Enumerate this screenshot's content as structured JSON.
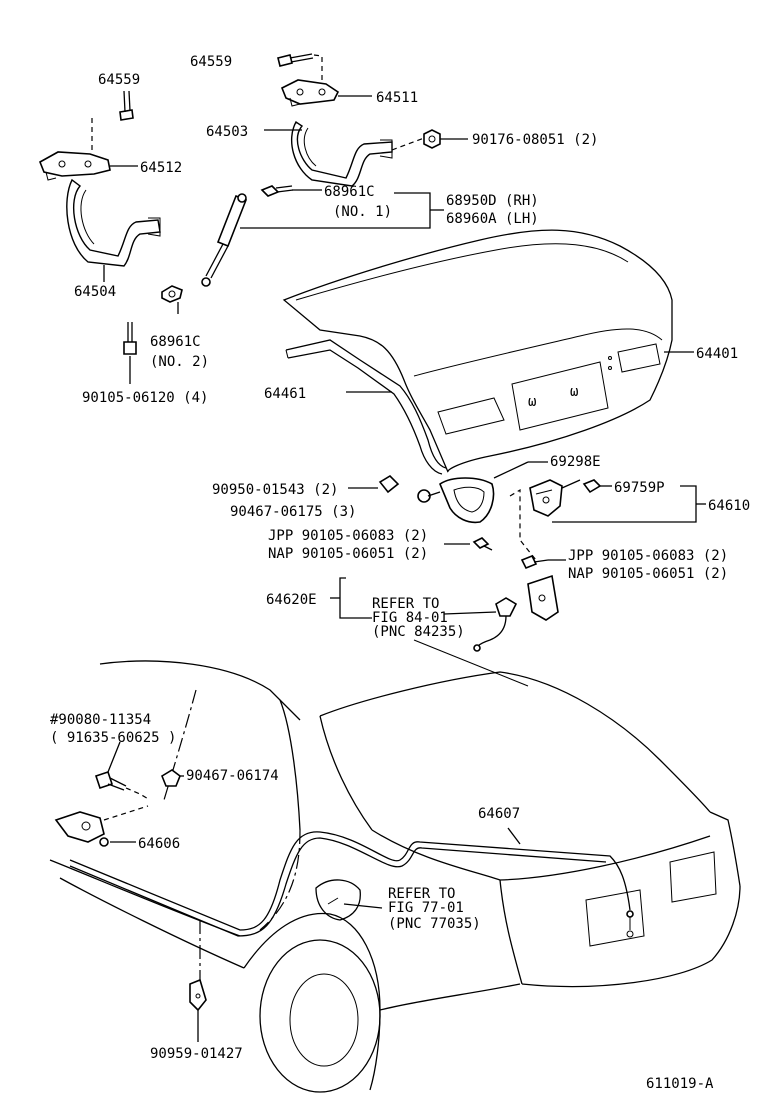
{
  "diagram": {
    "code": "611019-A",
    "labels": {
      "p64559_top": "64559",
      "p64511": "64511",
      "p64559_left": "64559",
      "p64503": "64503",
      "p90176": "90176-08051 (2)",
      "p64512": "64512",
      "p68961c_1": "68961C",
      "p68961c_1_sub": "(NO. 1)",
      "p68950d": "68950D (RH)",
      "p68960a": "68960A (LH)",
      "p64504": "64504",
      "p68961c_2": "68961C",
      "p68961c_2_sub": "(NO. 2)",
      "p90105_06120": "90105-06120 (4)",
      "p64401": "64401",
      "p64461": "64461",
      "p69298e": "69298E",
      "p90950": "90950-01543 (2)",
      "p90467_06175": "90467-06175 (3)",
      "p69759p": "69759P",
      "p64610": "64610",
      "p_jpp_left": "JPP 90105-06083 (2)",
      "p_nap_left": "NAP 90105-06051 (2)",
      "p_jpp_right": "JPP 90105-06083 (2)",
      "p_nap_right": "NAP 90105-06051 (2)",
      "p64620e": "64620E",
      "ref84_a": "REFER TO",
      "ref84_b": "FIG 84-01",
      "ref84_c": "(PNC 84235)",
      "p90080": "#90080-11354",
      "p91635": "( 91635-60625 )",
      "p90467_06174": "90467-06174",
      "p64606": "64606",
      "p64607": "64607",
      "ref77_a": "REFER TO",
      "ref77_b": "FIG 77-01",
      "ref77_c": "(PNC 77035)",
      "p90959": "90959-01427"
    }
  }
}
